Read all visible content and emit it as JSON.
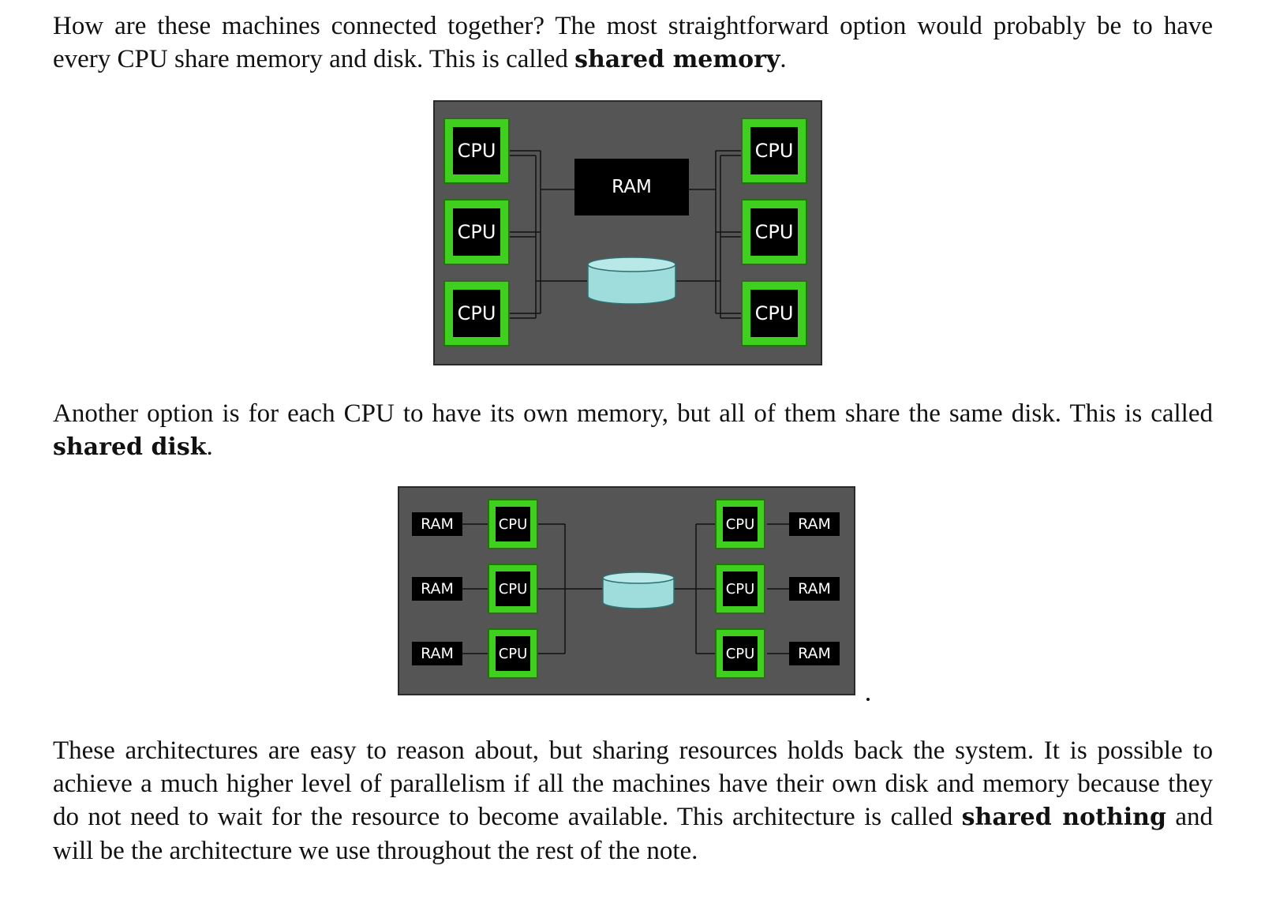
{
  "paragraph1": {
    "text_before": "How are these machines connected together? The most straightforward option would probably be to have every CPU share memory and disk. This is called ",
    "term": "shared memory",
    "text_after": "."
  },
  "figure_shared_memory": {
    "ram_label": "RAM",
    "cpu_labels": [
      "CPU",
      "CPU",
      "CPU",
      "CPU",
      "CPU",
      "CPU"
    ]
  },
  "paragraph2": {
    "text_before": "Another option is for each CPU to have its own memory, but all of them share the same disk. This is called ",
    "term": "shared disk",
    "text_after": "."
  },
  "figure_shared_disk": {
    "ram_labels": [
      "RAM",
      "RAM",
      "RAM",
      "RAM",
      "RAM",
      "RAM"
    ],
    "cpu_labels": [
      "CPU",
      "CPU",
      "CPU",
      "CPU",
      "CPU",
      "CPU"
    ]
  },
  "paragraph3": {
    "text_before": "These architectures are easy to reason about, but sharing resources holds back the system. It is possible to achieve a much higher level of parallelism if all the machines have their own disk and memory because they do not need to wait for the resource to become available. This architecture is called ",
    "term": "shared nothing",
    "text_after": " and will be the architecture we use throughout the rest of the note."
  },
  "colors": {
    "cpu_green": "#3fd01f",
    "panel_gray": "#555555",
    "disk_cyan": "#9fdcdc",
    "text": "#111111"
  }
}
